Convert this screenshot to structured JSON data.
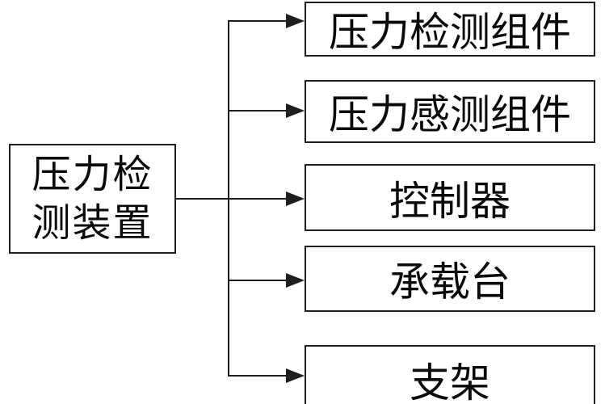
{
  "diagram": {
    "type": "block-diagram",
    "background_color": "#ffffff",
    "line_color": "#1f1f1f",
    "root": {
      "label": "压力检测装置",
      "lines": [
        "压力检",
        "测装置"
      ]
    },
    "children": [
      {
        "label": "压力检测组件"
      },
      {
        "label": "压力感测组件"
      },
      {
        "label": "控制器"
      },
      {
        "label": "承载台"
      },
      {
        "label": "支架"
      }
    ],
    "connections": [
      {
        "from": "压力检测装置",
        "to": "压力检测组件",
        "arrow": "right"
      },
      {
        "from": "压力检测装置",
        "to": "压力感测组件",
        "arrow": "right"
      },
      {
        "from": "压力检测装置",
        "to": "控制器",
        "arrow": "right"
      },
      {
        "from": "压力检测装置",
        "to": "承载台",
        "arrow": "right"
      },
      {
        "from": "压力检测装置",
        "to": "支架",
        "arrow": "right"
      }
    ]
  }
}
